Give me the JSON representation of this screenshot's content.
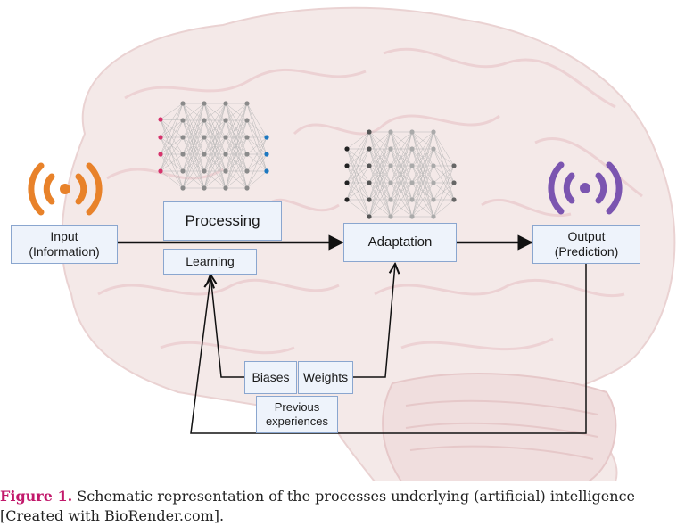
{
  "diagram": {
    "nodes": {
      "input": "Input\n(Information)",
      "processing": "Processing",
      "learning": "Learning",
      "adaptation": "Adaptation",
      "output": "Output\n(Prediction)",
      "biases": "Biases",
      "weights": "Weights",
      "previous_experiences": "Previous\nexperiences"
    },
    "colors": {
      "input_signal": "#e8822a",
      "output_signal": "#7b55b0",
      "input_neuron": "#d6336c",
      "output_neuron": "#1c78c0",
      "hidden_neuron": "#8a8a8a",
      "box_border": "#8aa6cf",
      "box_fill": "#eef3fb",
      "brain_fill": "#f4e9e8"
    },
    "icons": {
      "input_signal": "broadcast-signal-icon",
      "output_signal": "broadcast-signal-icon"
    }
  },
  "caption": {
    "label": "Figure 1.",
    "text": " Schematic representation of the processes underlying (artificial) intelligence [Created with BioRender.com]."
  }
}
